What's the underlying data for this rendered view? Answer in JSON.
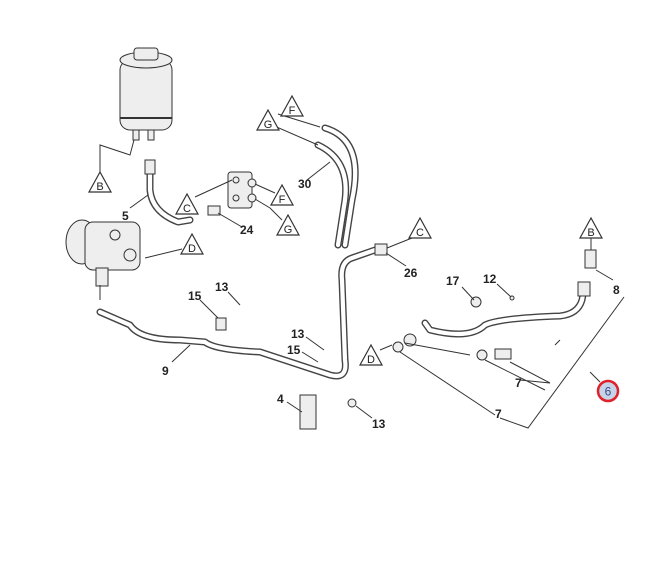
{
  "diagram": {
    "title_hidden": null,
    "callouts": [
      "B",
      "5",
      "C",
      "F",
      "G",
      "30",
      "F",
      "G",
      "24",
      "D",
      "C",
      "26",
      "17",
      "12",
      "B",
      "8",
      "6",
      "7",
      "7",
      "D",
      "15",
      "13",
      "9",
      "13",
      "15",
      "4",
      "13"
    ],
    "highlight_color": "#e0202a",
    "highlight_fill": "#c7d3e8"
  }
}
